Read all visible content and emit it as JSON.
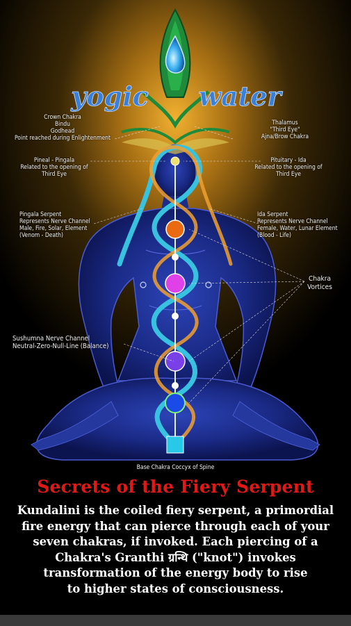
{
  "logo": {
    "text_left": "yogic",
    "text_right": "water"
  },
  "labels": {
    "crown": "Crown Chakra\nBindu\nGodhead\nPoint reached during Enlightenment",
    "thalamus": "Thalamus\n\"Third Eye\"\nAjna/Brow Chakra",
    "pineal": "Pineal - Pingala\nRelated to the opening of\nThird Eye",
    "pituitary": "Pituitary - Ida\nRelated to the opening of\nThird Eye",
    "pingala": "Pingala Serpent\nRepresents Nerve Channel\nMale, Fire, Solar, Element\n(Venom - Death)",
    "ida": "Ida Serpent\nRepresents Nerve Channel\nFemale, Water, Lunar Element\n(Blood - Life)",
    "vortices": "Chakra\nVortices",
    "sushumna": "Sushumna Nerve Channel\nNeutral-Zero-Null-Line (Balance)",
    "base": "Base Chakra Coccyx of Spine"
  },
  "headline": "Secrets of the Fiery Serpent",
  "body": "Kundalini is the coiled fiery serpent, a primordial\nfire energy that can pierce through each of your\nseven chakras, if invoked. Each piercing of a\nChakra's Granthi ग्रन्थि (\"knot\") invokes\ntransformation of the energy body to rise\nto higher states of consciousness.",
  "colors": {
    "headline": "#e01818",
    "figure": "#1c2e8c",
    "serpent": "#38c2e0",
    "glow": "#e0a020"
  },
  "chakra_colors": [
    "#8fd8ff",
    "#e96a10",
    "#e040e8",
    "#7a40e8",
    "#1a4ae8",
    "#28c8e8"
  ]
}
